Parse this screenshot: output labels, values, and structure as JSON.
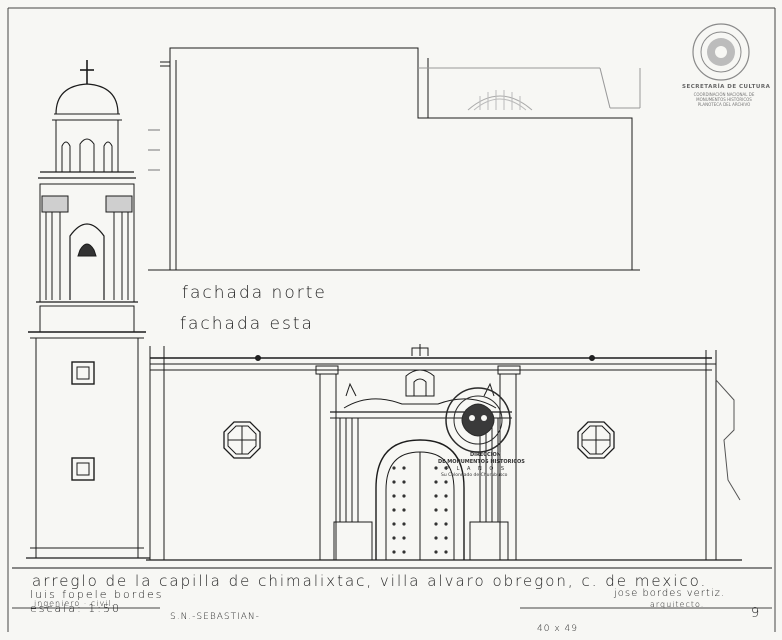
{
  "labels": {
    "north_facade": "fachada norte",
    "east_facade": "fachada esta"
  },
  "title_block": {
    "title": "arreglo de la capilla de chimalixtac, villa alvaro obregon, c. de mexico.",
    "author_name": "luis fopele bordes",
    "author_role": "ingeniero · civil.",
    "scale": "escala: 1:50",
    "architect_name": "jose bordes vertiz.",
    "architect_role": "arquitecto.",
    "file_note": "S.N.-SEBASTIAN-",
    "sheet_number": "9",
    "size_note": "40 x 49"
  },
  "logo": {
    "line1": "SECRETARÍA DE CULTURA",
    "line2": "COORDINACIÓN NACIONAL DE MONUMENTOS HISTÓRICOS PLANOTECA DEL ARCHIVO"
  },
  "stamp": {
    "line1": "DIRECCION",
    "line2": "DE MONUMENTOS HISTORICOS",
    "line3": "P L A N O S",
    "line4": "Su Colonnado de Churubusco"
  },
  "colors": {
    "paper": "#f7f7f4",
    "ink": "#1c1c1c",
    "logo": "#8a8a8a"
  }
}
